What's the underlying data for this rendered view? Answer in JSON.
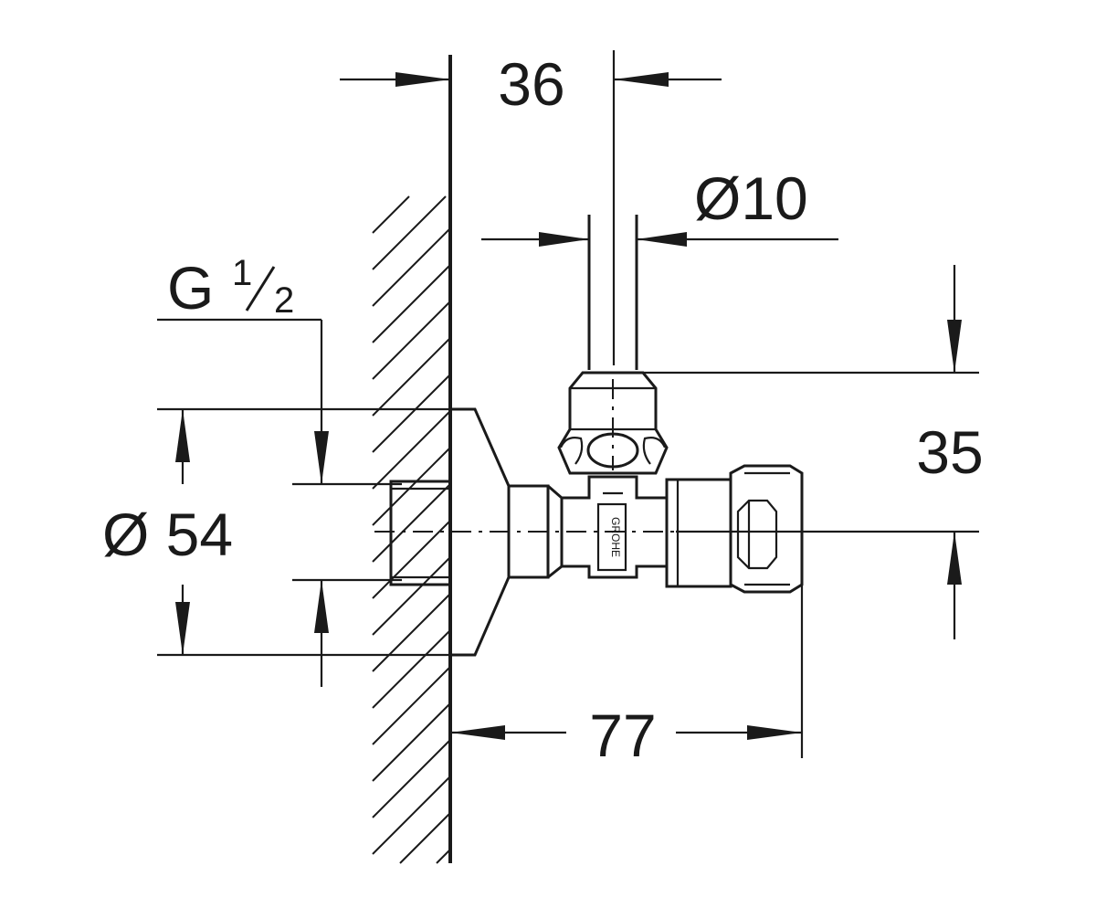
{
  "diagram": {
    "colors": {
      "ink": "#1a1a1a",
      "background": "#ffffff"
    },
    "dimensions": {
      "top_offset": "36",
      "tube_diameter": "Ø10",
      "thread_main": "G ",
      "thread_num": "1",
      "thread_den": "2",
      "rosette_diameter": "Ø 54",
      "nut_height": "35",
      "projection": "77"
    },
    "body_marking": "GROHE"
  }
}
